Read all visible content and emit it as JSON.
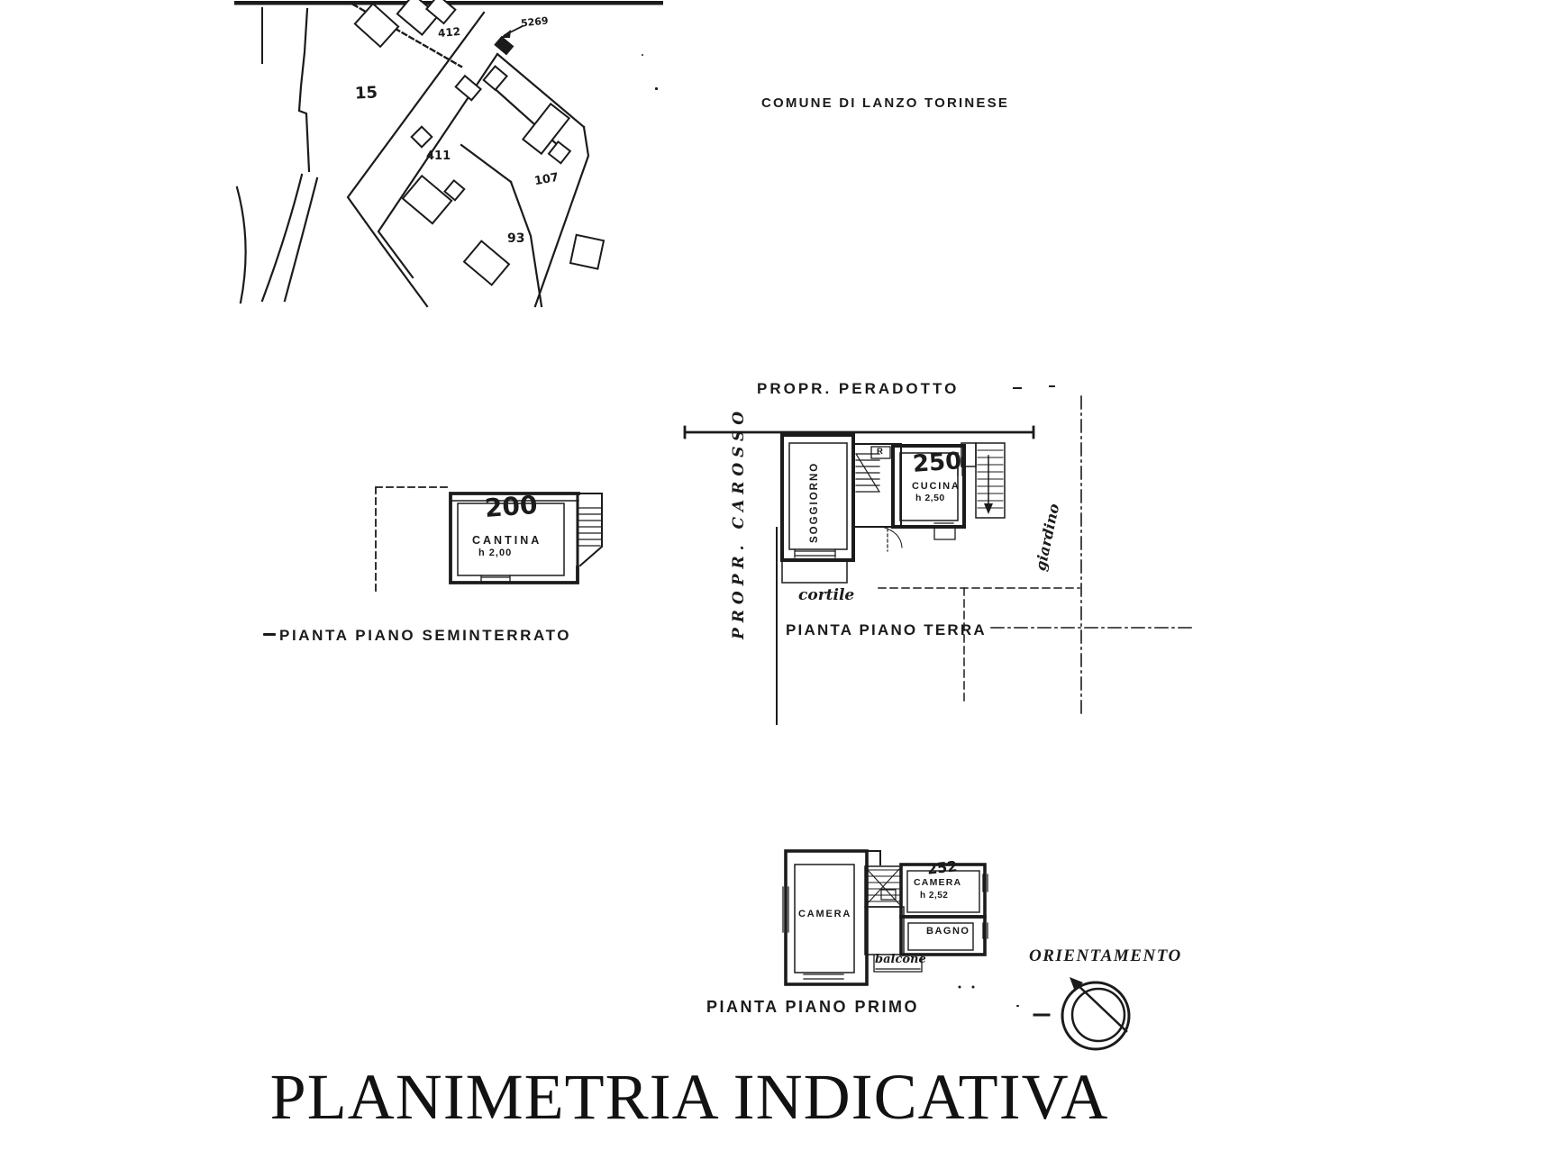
{
  "header": {
    "municipality": "COMUNE DI LANZO TORINESE"
  },
  "cadastral_map": {
    "parcel_15": "15",
    "parcel_412": "412",
    "parcel_411": "411",
    "parcel_107": "107",
    "parcel_93": "93",
    "arrow_label": "5269"
  },
  "basement": {
    "dimension": "200",
    "room": "CANTINA",
    "room_height": "h 2,00",
    "title": "PIANTA PIANO SEMINTERRATO"
  },
  "ground_floor": {
    "neighbor_top": "PROPR. PERADOTTO",
    "neighbor_left": "PROPR. CAROSSO",
    "living_room": "SOGGIORNO",
    "closet": "R",
    "dimension": "250",
    "kitchen": "CUCINA",
    "kitchen_height": "h 2,50",
    "courtyard": "cortile",
    "garden": "giardino",
    "title": "PIANTA PIANO TERRA"
  },
  "first_floor": {
    "bedroom_left": "CAMERA",
    "dimension": "252",
    "bedroom_right": "CAMERA",
    "bedroom_right_height": "h 2,52",
    "bathroom": "BAGNO",
    "balcony": "balcone",
    "title": "PIANTA PIANO PRIMO"
  },
  "orientation": {
    "label": "ORIENTAMENTO"
  },
  "footer": {
    "title": "PLANIMETRIA INDICATIVA"
  },
  "colors": {
    "ink": "#1b1b1b",
    "paper": "#ffffff"
  }
}
